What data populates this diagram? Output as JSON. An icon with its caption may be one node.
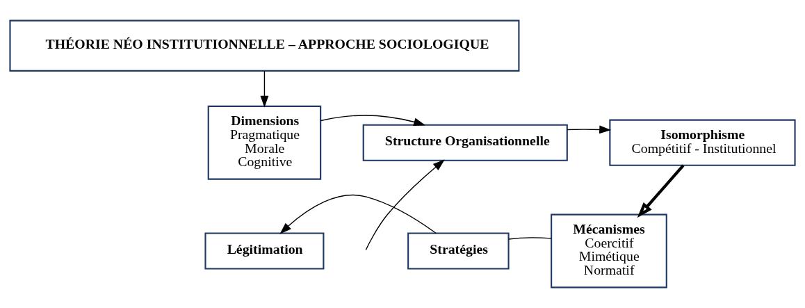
{
  "diagram": {
    "nodes": [
      {
        "text": [
          "THÉORIE NÉO INSTITUTIONNELLE – APPROCHE SOCIOLOGIQUE"
        ]
      },
      {
        "text": [
          "Dimensions",
          "Pragmatique Morale Cognitive"
        ]
      },
      {
        "text": [
          "Structure Organisationnelle"
        ]
      },
      {
        "text": [
          "Isomorphisme",
          "Compétitif - Institutionnel"
        ]
      },
      {
        "text": [
          "Légitimation"
        ]
      },
      {
        "text": [
          "Stratégies"
        ]
      },
      {
        "text": [
          "Mécanismes",
          "Coercitif Mimétique Normatif"
        ]
      }
    ],
    "edges": [
      {
        "from": 0,
        "to": 1,
        "arrow": "to"
      },
      {
        "from": 1,
        "to": 2,
        "arrow": "to"
      },
      {
        "from": 2,
        "to": 3,
        "arrow": "to"
      },
      {
        "from": 3,
        "to": 6,
        "arrow": "to",
        "style": "thick"
      },
      {
        "from": 6,
        "to": 5,
        "arrow": "none"
      },
      {
        "from": 5,
        "to": 4,
        "arrow": "to"
      },
      {
        "from": null,
        "to": 2,
        "arrow": "to"
      }
    ]
  }
}
